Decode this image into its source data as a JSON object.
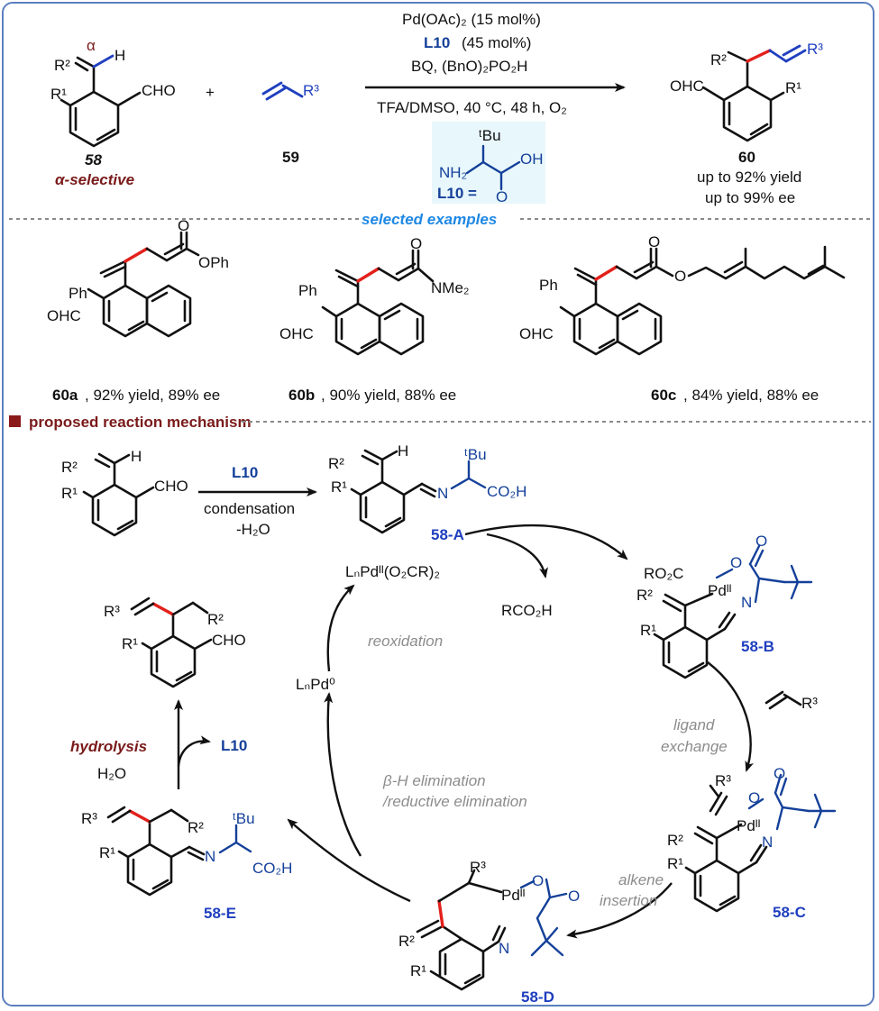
{
  "top": {
    "conditions": {
      "line1": "Pd(OAc)₂ (15 mol%)",
      "ligand": "L10",
      "ligand_loading": "(45 mol%)",
      "line3": "BQ, (BnO)₂PO₂H",
      "line4": "TFA/DMSO, 40 °C, 48 h, O₂"
    },
    "substrate": {
      "id": "58",
      "tag": "α-selective",
      "alpha": "α",
      "H": "H",
      "R2": "R²",
      "R1": "R¹",
      "CHO": "CHO"
    },
    "plus": "+",
    "alkene": {
      "id": "59",
      "R3": "R³"
    },
    "product": {
      "id": "60",
      "yield": "up to 92% yield",
      "ee": "up to 99% ee",
      "R2": "R²",
      "R3": "R³",
      "R1": "R¹",
      "OHC": "OHC"
    },
    "ligand_box": {
      "label": "L10 =",
      "tBu": "ᵗBu",
      "NH2": "NH₂",
      "OH": "OH",
      "O": "O"
    }
  },
  "examples": {
    "header": "selected examples",
    "items": [
      {
        "id": "60a",
        "text": ", 92% yield, 89% ee",
        "ph": "Ph",
        "ohc": "OHC",
        "sub": "OPh",
        "o": "O"
      },
      {
        "id": "60b",
        "text": ", 90% yield, 88% ee",
        "ph": "Ph",
        "ohc": "OHC",
        "sub": "NMe₂",
        "o": "O"
      },
      {
        "id": "60c",
        "text": ", 84% yield, 88% ee",
        "ph": "Ph",
        "ohc": "OHC",
        "sub": "O",
        "o": "O"
      }
    ]
  },
  "mechanism": {
    "header": "proposed reaction mechanism",
    "condensation": {
      "reagent": "L10",
      "label": "condensation",
      "water": "-H₂O"
    },
    "intermediates": {
      "A": "58-A",
      "B": "58-B",
      "C": "58-C",
      "D": "58-D",
      "E": "58-E"
    },
    "pd2": "LₙPdᴵᴵ(O₂CR)₂",
    "pd0": "LₙPd⁰",
    "rco2h": "RCO₂H",
    "steps": {
      "reoxidation": "reoxidation",
      "ligand_exchange_1": "ligand",
      "ligand_exchange_2": "exchange",
      "alkene_insertion_1": "alkene",
      "alkene_insertion_2": "insertion",
      "elim_1": "β-H elimination",
      "elim_2": "/reductive elimination"
    },
    "hydrolysis": {
      "label": "hydrolysis",
      "water": "H₂O",
      "released": "L10"
    },
    "atoms": {
      "R1": "R¹",
      "R2": "R²",
      "R3": "R³",
      "H": "H",
      "CHO": "CHO",
      "N": "N",
      "tBu": "ᵗBu",
      "CO2H": "CO₂H",
      "O": "O",
      "Pd": "Pdᴵᴵ",
      "RO2C": "RO₂C"
    }
  },
  "colors": {
    "frame": "#5b7fbf",
    "red_bond": "#e3201b",
    "blue": "#1f3fbf",
    "navy": "#14409a",
    "dark_red": "#7a1a1a",
    "grey_text": "#8c8c8c",
    "ligand_box_bg": "#e8f7fb"
  }
}
